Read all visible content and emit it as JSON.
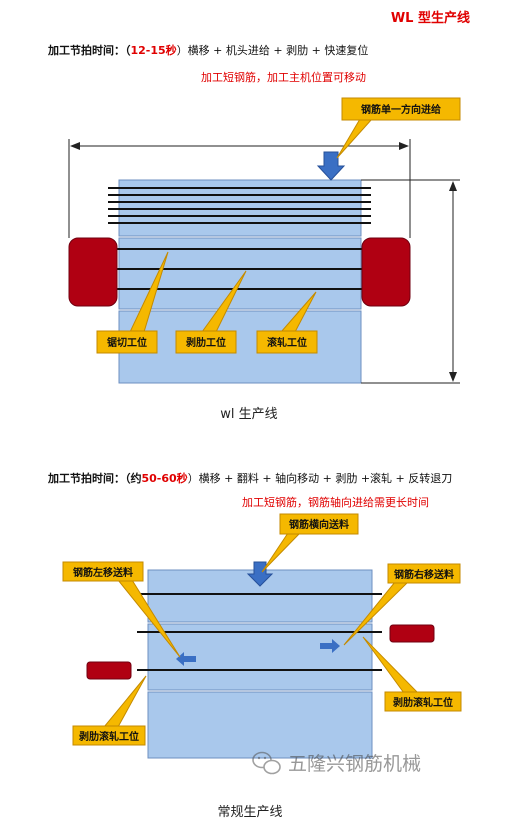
{
  "section1": {
    "header": "WL 型生产线",
    "cycle": {
      "label": "加工节拍时间：（",
      "value": "12-15秒",
      "rest": "）横移 + 机头进给 + 剥肋 + 快速复位"
    },
    "note": "加工短钢筋，加工主机位置可移动",
    "callouts": {
      "feed": "钢筋单一方向进给",
      "saw": "锯切工位",
      "strip": "剥肋工位",
      "roll": "滚轧工位"
    },
    "caption": "wl 生产线"
  },
  "section2": {
    "cycle": {
      "label": "加工节拍时间：（约",
      "value": "50-60秒",
      "rest": "）横移 + 翻料 + 轴向移动 + 剥肋 +滚轧 + 反转退刀"
    },
    "note": "加工短钢筋，钢筋轴向进给需更长时间",
    "callouts": {
      "lateral": "钢筋横向送料",
      "left_move": "钢筋左移送料",
      "right_move": "钢筋右移送料",
      "left_station": "剥肋滚轧工位",
      "right_station": "剥肋滚轧工位"
    },
    "caption": "常规生产线"
  },
  "watermark": "五隆兴钢筋机械",
  "colors": {
    "panel": "#a9c8ec",
    "panel_stroke": "#6d8fc0",
    "callout": "#f5b800",
    "callout_stroke": "#c48a00",
    "red_block": "#b00012",
    "arrow_blue": "#3a6fc4",
    "red_text": "#e00000"
  }
}
